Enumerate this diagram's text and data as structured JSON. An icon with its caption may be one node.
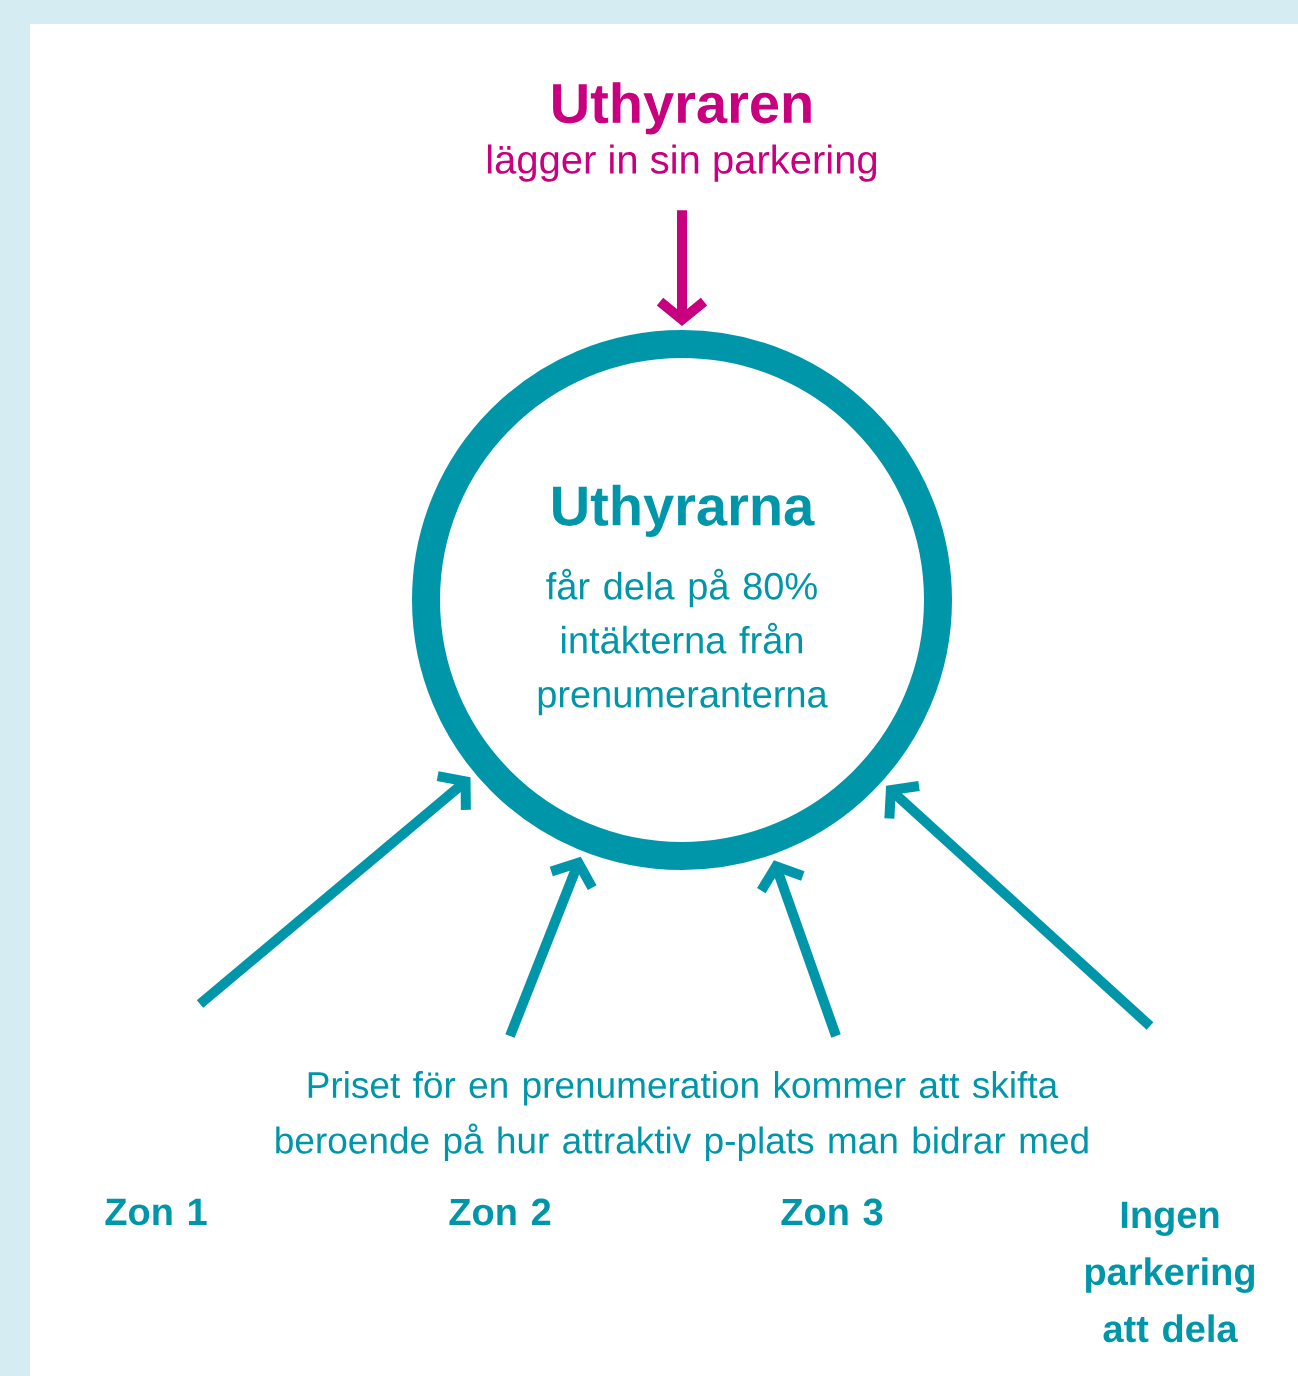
{
  "diagram": {
    "nodes": [
      {
        "text": [
          "Uthyraren",
          "lägger in sin parkering"
        ]
      },
      {
        "text": [
          "Uthyrarna",
          "får dela på 80% intäkterna från prenumeranterna"
        ]
      }
    ],
    "edges": [
      {
        "from": 0,
        "to": 1,
        "arrow": "to",
        "color": "#c8007f"
      },
      {
        "from": null,
        "to": 1,
        "arrow": "to"
      },
      {
        "from": null,
        "to": 1,
        "arrow": "to"
      },
      {
        "from": null,
        "to": 1,
        "arrow": "to"
      },
      {
        "from": null,
        "to": 1,
        "arrow": "to"
      }
    ],
    "labels": [
      "Priset för en prenumeration kommer att skifta beroende på hur attraktiv p-plats man bidrar med",
      "Zon 1",
      "Zon 2",
      "Zon 3",
      "Ingen parkering att dela"
    ]
  }
}
